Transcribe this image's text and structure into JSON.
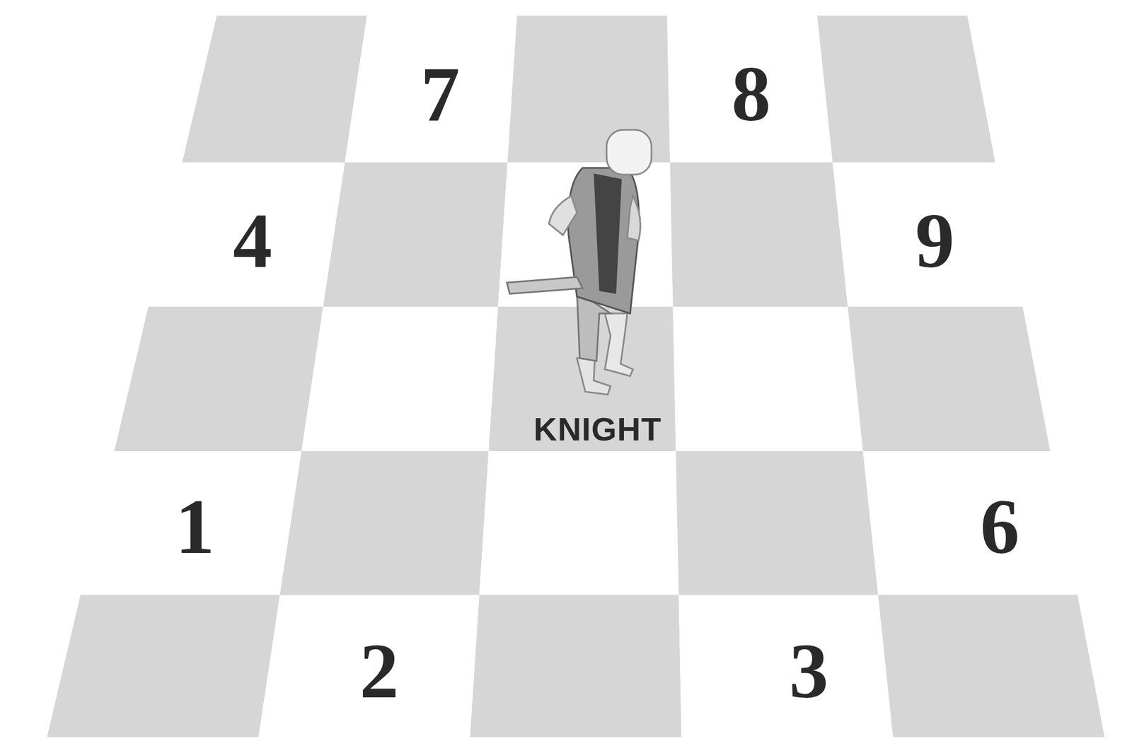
{
  "diagram": {
    "labels": [
      "7",
      "8",
      "4",
      "9",
      "KNIGHT",
      "1",
      "6",
      "2",
      "3"
    ]
  }
}
